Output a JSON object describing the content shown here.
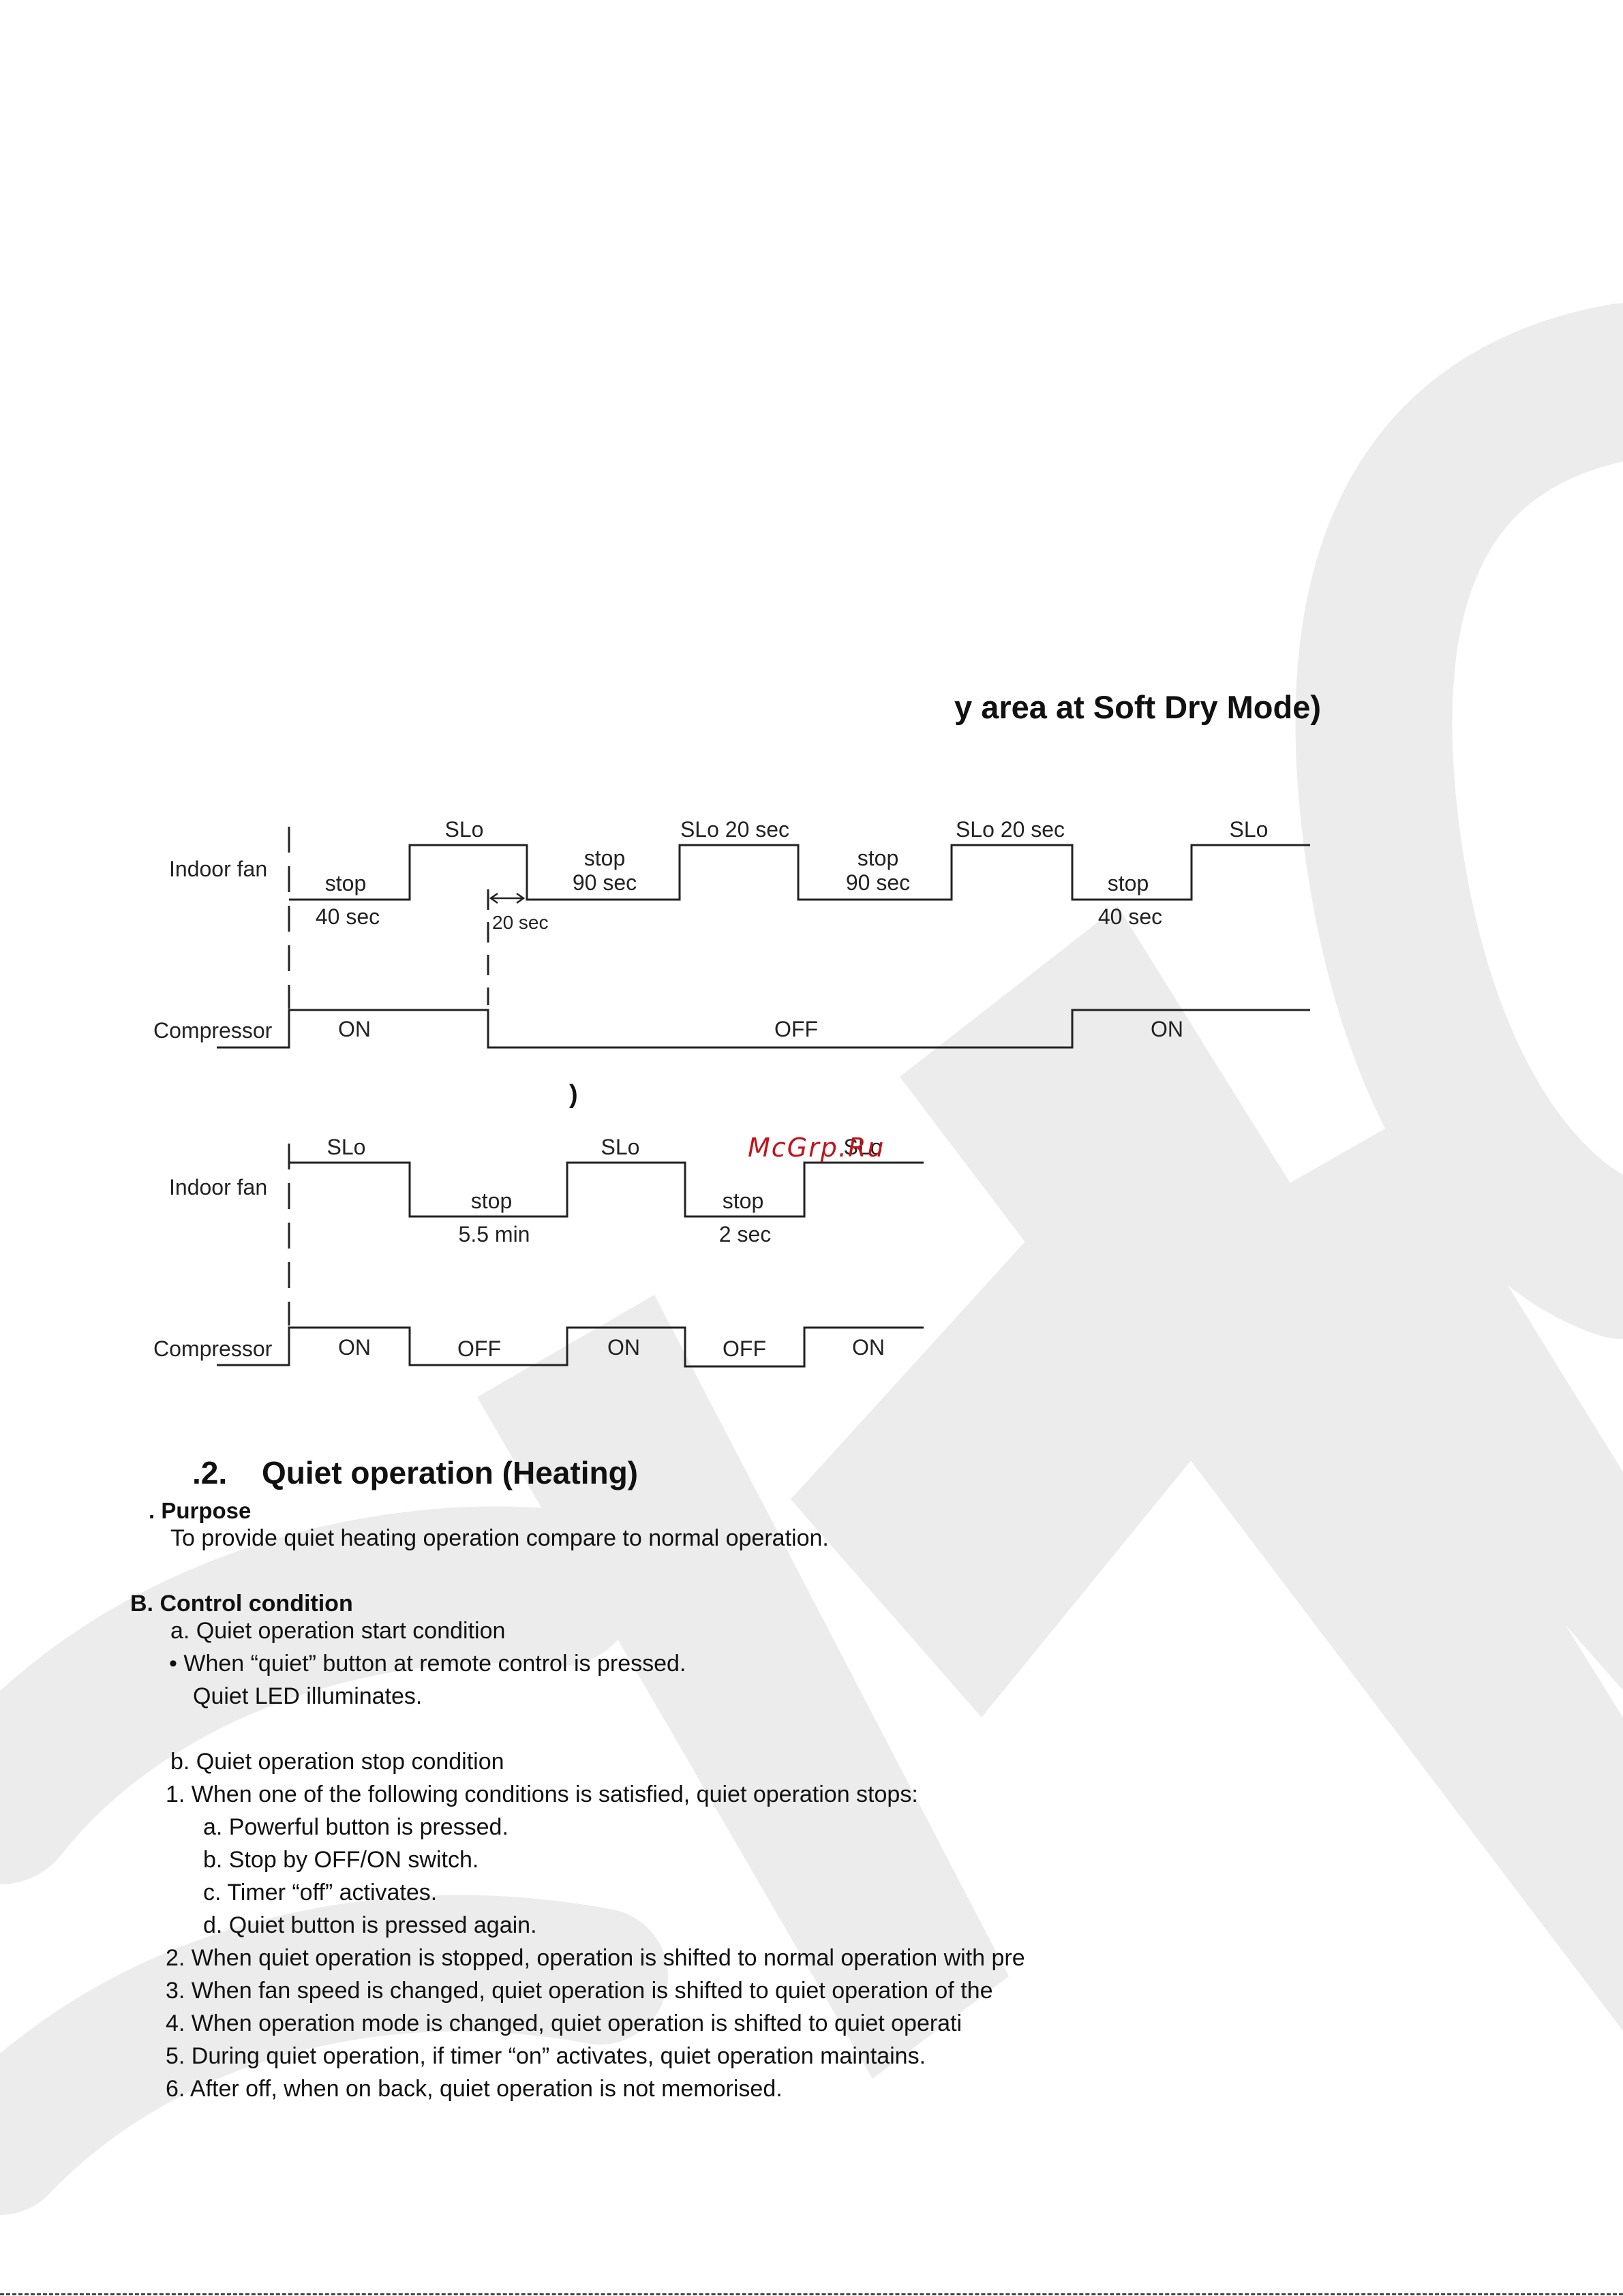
{
  "watermark": {
    "name": "faint-logo-watermark",
    "color": "#ececec"
  },
  "dry_section": {
    "heading_fragment": "y area at Soft Dry Mode)",
    "paren_fragment": ")"
  },
  "diagram1": {
    "row_labels": {
      "fan": "Indoor fan",
      "comp": "Compressor"
    },
    "fan_labels": {
      "slo1": "SLo",
      "stop1": "stop",
      "sec40a": "40 sec",
      "sec20": "20 sec",
      "stop2": "stop",
      "sec90a": "90 sec",
      "slo20a": "SLo 20 sec",
      "stop3": "stop",
      "sec90b": "90 sec",
      "slo20b": "SLo 20 sec",
      "stop4": "stop",
      "sec40b": "40 sec",
      "slo_end": "SLo"
    },
    "comp_labels": {
      "on1": "ON",
      "off": "OFF",
      "on2": "ON"
    }
  },
  "diagram2": {
    "row_labels": {
      "fan": "Indoor fan",
      "comp": "Compressor"
    },
    "fan_labels": {
      "slo1": "SLo",
      "stop1": "stop",
      "min55": "5.5 min",
      "slo2": "SLo",
      "stop2": "stop",
      "sec2": "2 sec",
      "slo3": "SLo"
    },
    "comp_labels": {
      "on1": "ON",
      "off1": "OFF",
      "on2": "ON",
      "off2": "OFF",
      "on3": "ON"
    }
  },
  "overlay_stamp": "McGrp.Ru",
  "quiet_section": {
    "number": ".2.",
    "title": "Quiet operation (Heating)",
    "purpose_label": ". Purpose",
    "purpose_text": "To provide quiet heating operation compare to normal operation.",
    "control_label": "B. Control condition",
    "start_label": "a. Quiet operation start condition",
    "start_items": [
      "•  When “quiet” button at remote control is pressed.",
      "Quiet LED illuminates."
    ],
    "stop_label": "b. Quiet operation stop condition",
    "stop_items": [
      "1. When one of the following conditions is satisfied, quiet operation stops:",
      "a. Powerful button is pressed.",
      "b. Stop by OFF/ON switch.",
      "c. Timer “off” activates.",
      "d. Quiet button is pressed again.",
      "2. When quiet operation is stopped, operation is shifted to normal operation with pre",
      "3. When fan speed is changed, quiet operation is shifted to quiet operation of the",
      "4. When operation mode is changed, quiet operation is shifted to quiet operati",
      "5. During quiet operation, if timer “on” activates, quiet operation maintains.",
      "6. After off, when on back, quiet operation is not memorised."
    ]
  }
}
